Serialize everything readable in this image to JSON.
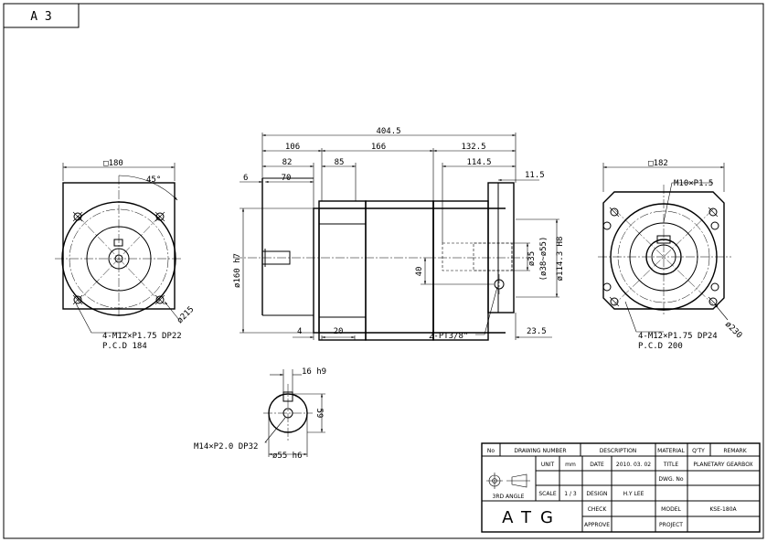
{
  "sheet": {
    "size": "A 3"
  },
  "dimensions": {
    "overall_length": "404.5",
    "d106": "106",
    "d166": "166",
    "d132_5": "132.5",
    "d82": "82",
    "d85": "85",
    "d114_5": "114.5",
    "d6": "6",
    "d70": "70",
    "d11_5": "11.5",
    "d4": "4",
    "d20": "20",
    "d23_5": "23.5",
    "d40": "40",
    "dia160": "ø160 h7",
    "dia35": "ø35",
    "dia38_55": "(ø38~ø55)",
    "dia114_3": "ø114.3 H8",
    "port": "2-PT3/8\"",
    "key16": "16 h9",
    "d59": "59",
    "dia55": "ø55 h6",
    "thread_m14": "M14×P2.0 DP32"
  },
  "left_view": {
    "square": "□180",
    "angle": "45°",
    "dia215": "ø215",
    "holes": "4-M12×P1.75 DP22",
    "pcd": "P.C.D 184"
  },
  "right_view": {
    "square": "□182",
    "thread_m10": "M10×P1.5",
    "dia230": "ø230",
    "holes": "4-M12×P1.75 DP24",
    "pcd": "P.C.D 200"
  },
  "title_block": {
    "headers": {
      "no": "No",
      "drawing_number": "DRAWING NUMBER",
      "description": "DESCRIPTION",
      "material": "MATERIAL",
      "qty": "Q'TY",
      "remark": "REMARK"
    },
    "angle_label": "3RD ANGLE",
    "unit_label": "UNIT",
    "unit_value": "mm",
    "scale_label": "SCALE",
    "scale_value": "1 / 3",
    "date_label": "DATE",
    "date_value": "2010. 03. 02",
    "design_label": "DESIGN",
    "design_value": "H.Y LEE",
    "check_label": "CHECK",
    "approve_label": "APPROVE",
    "title_label": "TITLE",
    "title_value": "PLANETARY GEARBOX",
    "dwg_label": "DWG. No",
    "model_label": "MODEL",
    "model_value": "KSE-180A",
    "project_label": "PROJECT",
    "logo": "ATG"
  }
}
